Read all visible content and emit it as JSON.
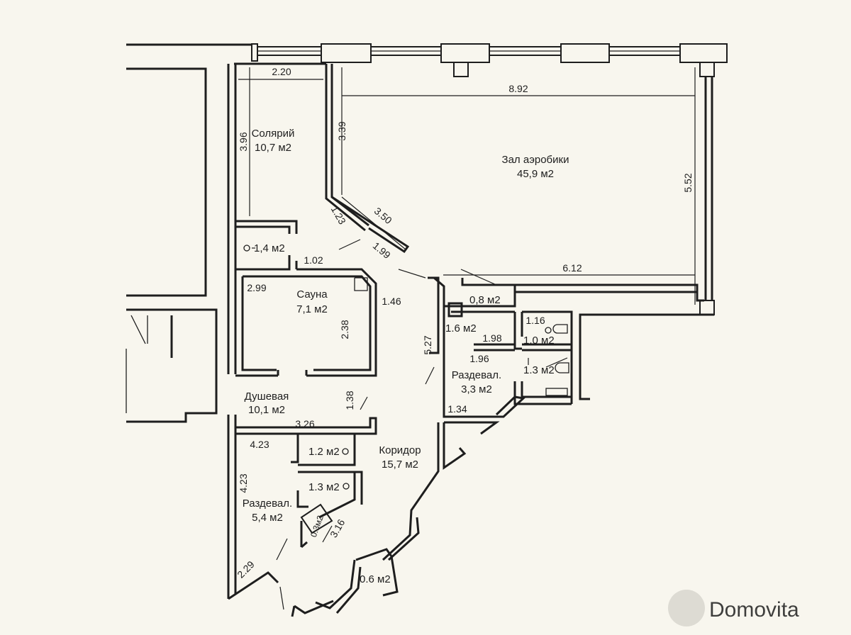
{
  "rooms": {
    "solarium": {
      "name": "Солярий",
      "area": "10,7 м2"
    },
    "aerobics": {
      "name": "Зал аэробики",
      "area": "45,9 м2"
    },
    "small_1_4": {
      "area": "1,4 м2"
    },
    "sauna": {
      "name": "Сауна",
      "area": "7,1 м2"
    },
    "shower": {
      "name": "Душевая",
      "area": "10,1 м2"
    },
    "small_0_8": {
      "area": "0,8 м2"
    },
    "small_1_6": {
      "area": "1.6 м2"
    },
    "small_1_0": {
      "area": "1,0 м2"
    },
    "small_1_3a": {
      "area": "1.3 м2"
    },
    "locker_right": {
      "name": "Раздевал.",
      "area": "3,3 м2"
    },
    "corridor": {
      "name": "Коридор",
      "area": "15,7 м2"
    },
    "small_1_2": {
      "area": "1.2 м2"
    },
    "small_1_3b": {
      "area": "1.3 м2"
    },
    "locker_left": {
      "name": "Раздевал.",
      "area": "5,4 м2"
    },
    "small_0_3": {
      "area": "0.3м2"
    },
    "small_0_6": {
      "area": "0.6 м2"
    }
  },
  "dimensions": {
    "d_2_20": "2.20",
    "d_8_92": "8.92",
    "d_3_96": "3.96",
    "d_3_39": "3.39",
    "d_5_52": "5.52",
    "d_1_23": "1.23",
    "d_3_50": "3.50",
    "d_1_02": "1.02",
    "d_1_99": "1.99",
    "d_6_12": "6.12",
    "d_2_99": "2.99",
    "d_1_46": "1.46",
    "d_2_38": "2.38",
    "d_1_16": "1.16",
    "d_1_98": "1.98",
    "d_5_27": "5.27",
    "d_1_96": "1.96",
    "d_1_38": "1.38",
    "d_3_26": "3.26",
    "d_1_34": "1.34",
    "d_4_23a": "4.23",
    "d_4_23b": "4.23",
    "d_3_16": "3.16",
    "d_2_29": "2.29"
  },
  "watermark": {
    "text": "Domovita"
  }
}
